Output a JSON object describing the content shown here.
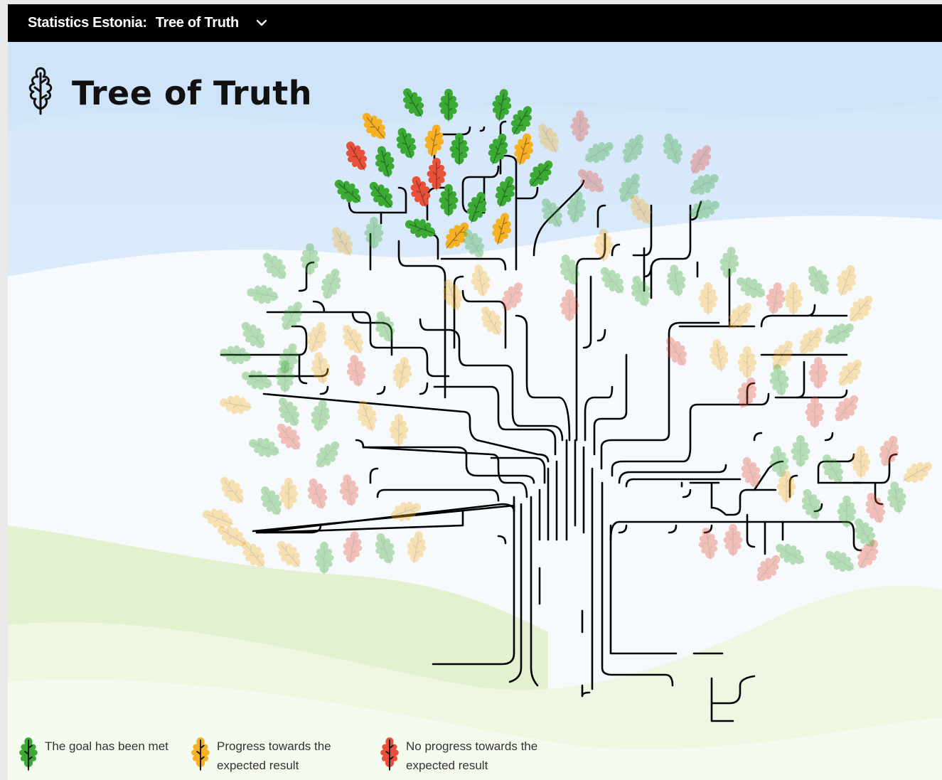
{
  "header": {
    "brand": "Statistics Estonia:",
    "app_name": "Tree of Truth",
    "menu_icon": "chevron-down-icon"
  },
  "title": {
    "text": "Tree of Truth",
    "icon": "oak-leaf-icon"
  },
  "colors": {
    "goal_met": "#3aaa35",
    "progress": "#f6b024",
    "no_progress": "#e8503a",
    "branch": "#000000",
    "sky": "#dcebfb",
    "hills": "#e3f1cf"
  },
  "legend": [
    {
      "label_line1": "The goal has been met",
      "label_line2": "",
      "color": "#3aaa35",
      "icon": "leaf-icon"
    },
    {
      "label_line1": "Progress towards the",
      "label_line2": "expected result",
      "color": "#f6b024",
      "icon": "leaf-icon"
    },
    {
      "label_line1": "No progress towards the",
      "label_line2": "expected result",
      "color": "#e8503a",
      "icon": "leaf-icon"
    }
  ]
}
